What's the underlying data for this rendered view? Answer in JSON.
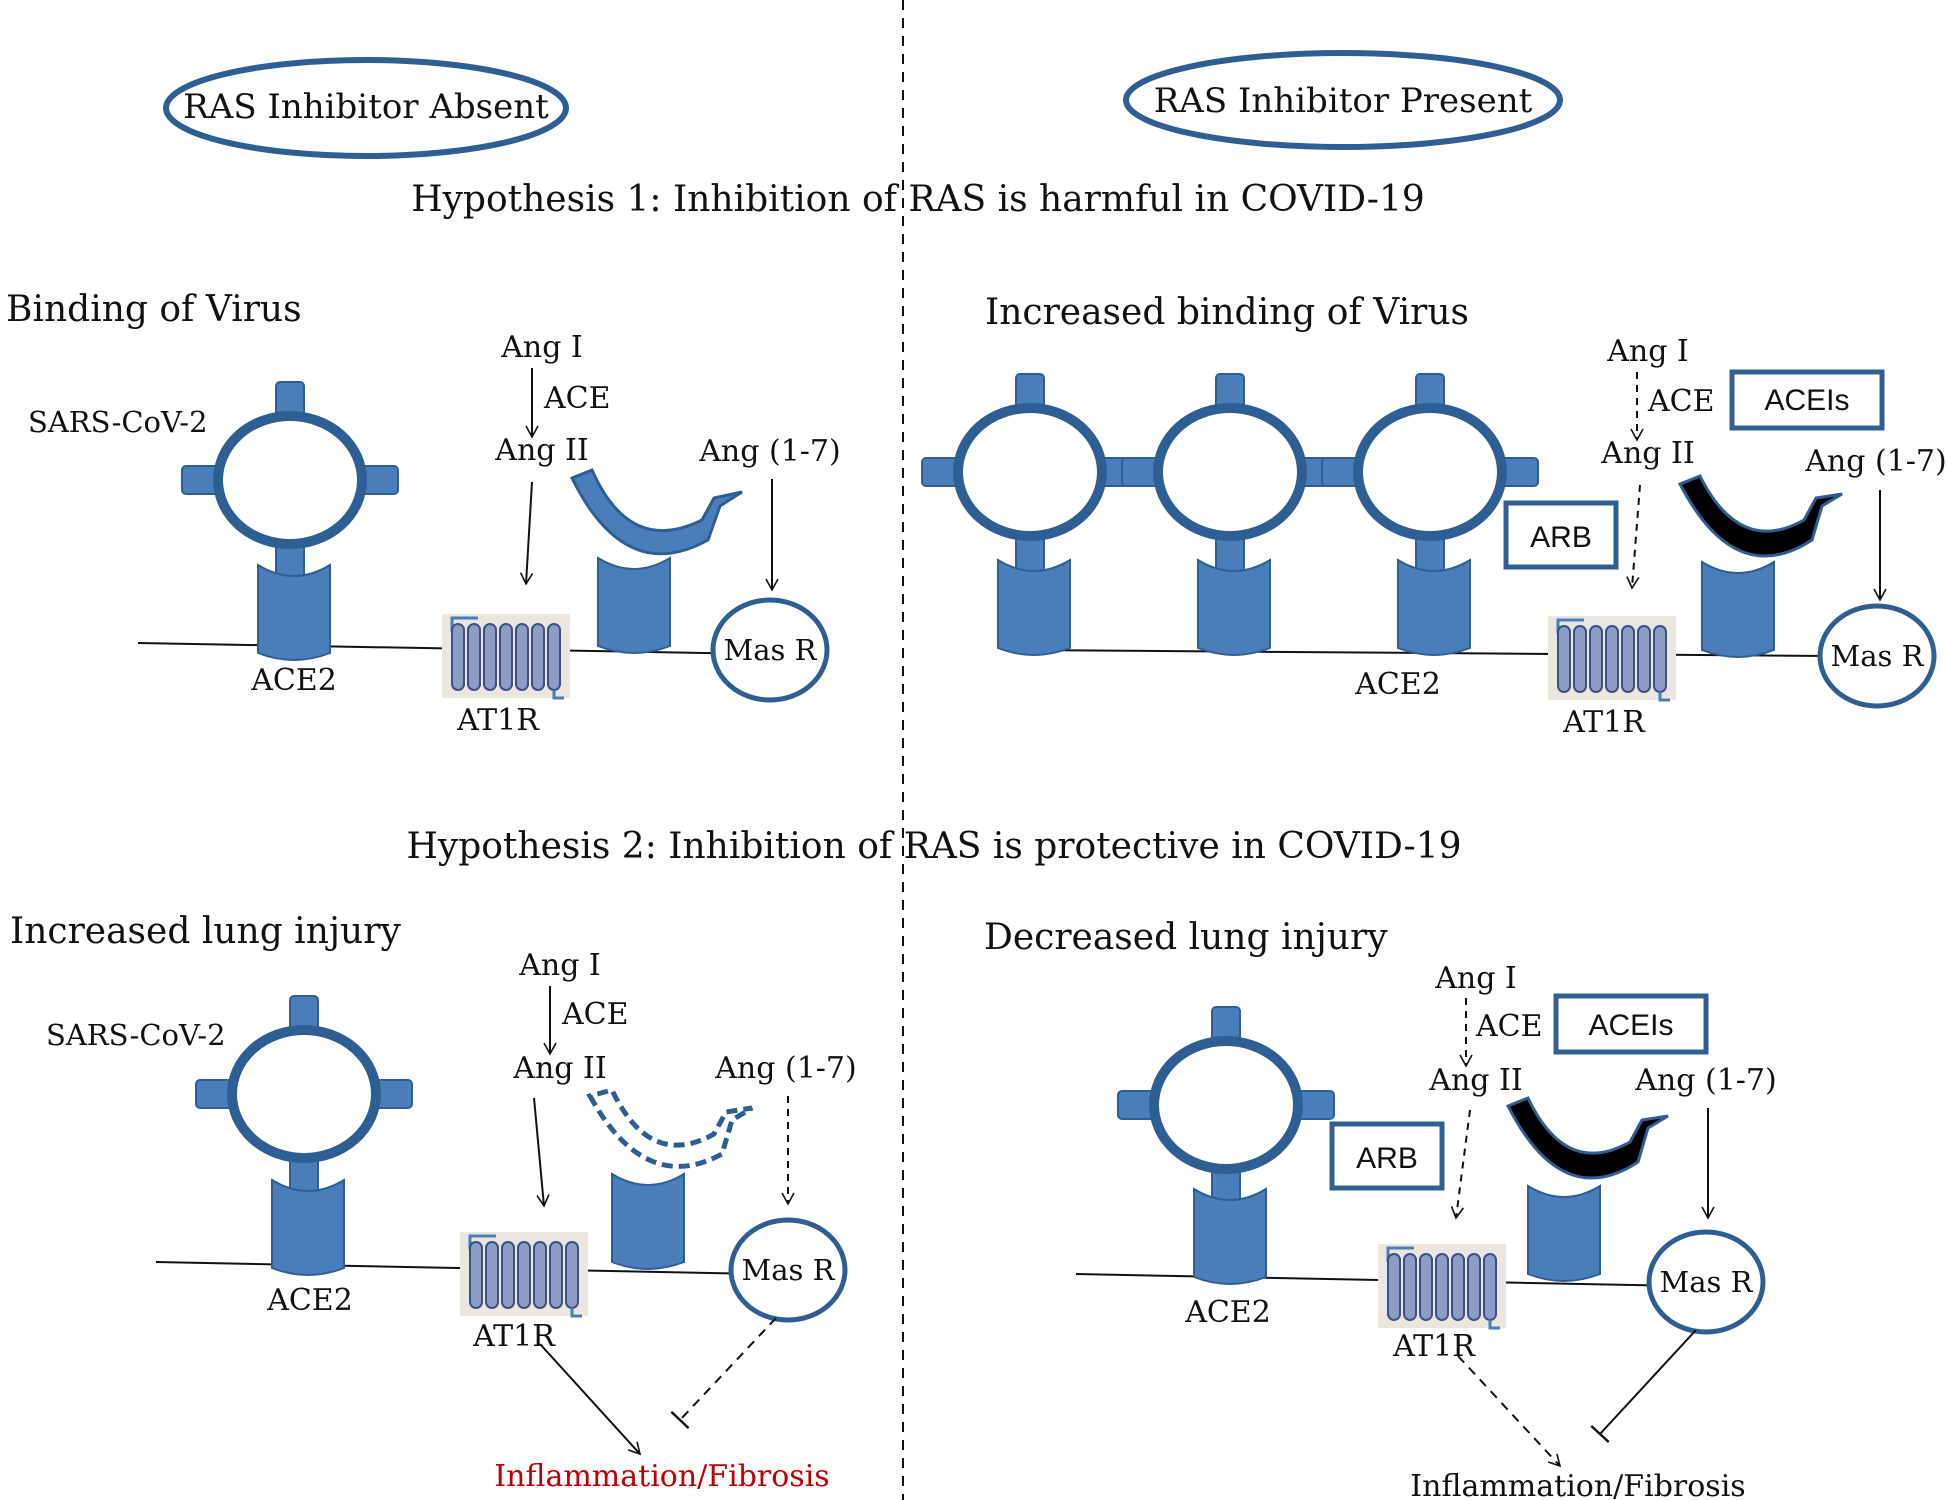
{
  "headers": {
    "left": "RAS Inhibitor Absent",
    "right": "RAS Inhibitor Present"
  },
  "hypotheses": {
    "h1": "Hypothesis 1: Inhibition of RAS is harmful in COVID-19",
    "h2": "Hypothesis 2: Inhibition of RAS is protective in COVID-19"
  },
  "panels": {
    "tl": {
      "title": "Binding of Virus",
      "virus_label": "SARS-CoV-2",
      "ang1": "Ang I",
      "ace": "ACE",
      "ang2": "Ang II",
      "ang17": "Ang (1-7)",
      "ace2": "ACE2",
      "at1r": "AT1R",
      "masr": "Mas R"
    },
    "tr": {
      "title": "Increased binding of Virus",
      "ang1": "Ang I",
      "ace": "ACE",
      "aceis": "ACEIs",
      "ang2": "Ang II",
      "ang17": "Ang (1-7)",
      "arb": "ARB",
      "ace2": "ACE2",
      "at1r": "AT1R",
      "masr": "Mas R"
    },
    "bl": {
      "title": "Increased lung injury",
      "virus_label": "SARS-CoV-2",
      "ang1": "Ang I",
      "ace": "ACE",
      "ang2": "Ang II",
      "ang17": "Ang (1-7)",
      "ace2": "ACE2",
      "at1r": "AT1R",
      "masr": "Mas R",
      "outcome": "Inflammation/Fibrosis"
    },
    "br": {
      "title": "Decreased lung injury",
      "ang1": "Ang I",
      "ace": "ACE",
      "aceis": "ACEIs",
      "ang2": "Ang II",
      "ang17": "Ang (1-7)",
      "arb": "ARB",
      "ace2": "ACE2",
      "at1r": "AT1R",
      "masr": "Mas R",
      "outcome": "Inflammation/Fibrosis"
    }
  },
  "colors": {
    "protein_blue": "#4a7ebb",
    "outline_blue": "#2e5f94",
    "outcome_red": "#c00000",
    "text": "#111111"
  },
  "icons": {
    "virus": "sars-cov-2-virus-icon",
    "receptor": "ace2-receptor-icon",
    "gpcr": "at1r-seven-helix-icon"
  }
}
